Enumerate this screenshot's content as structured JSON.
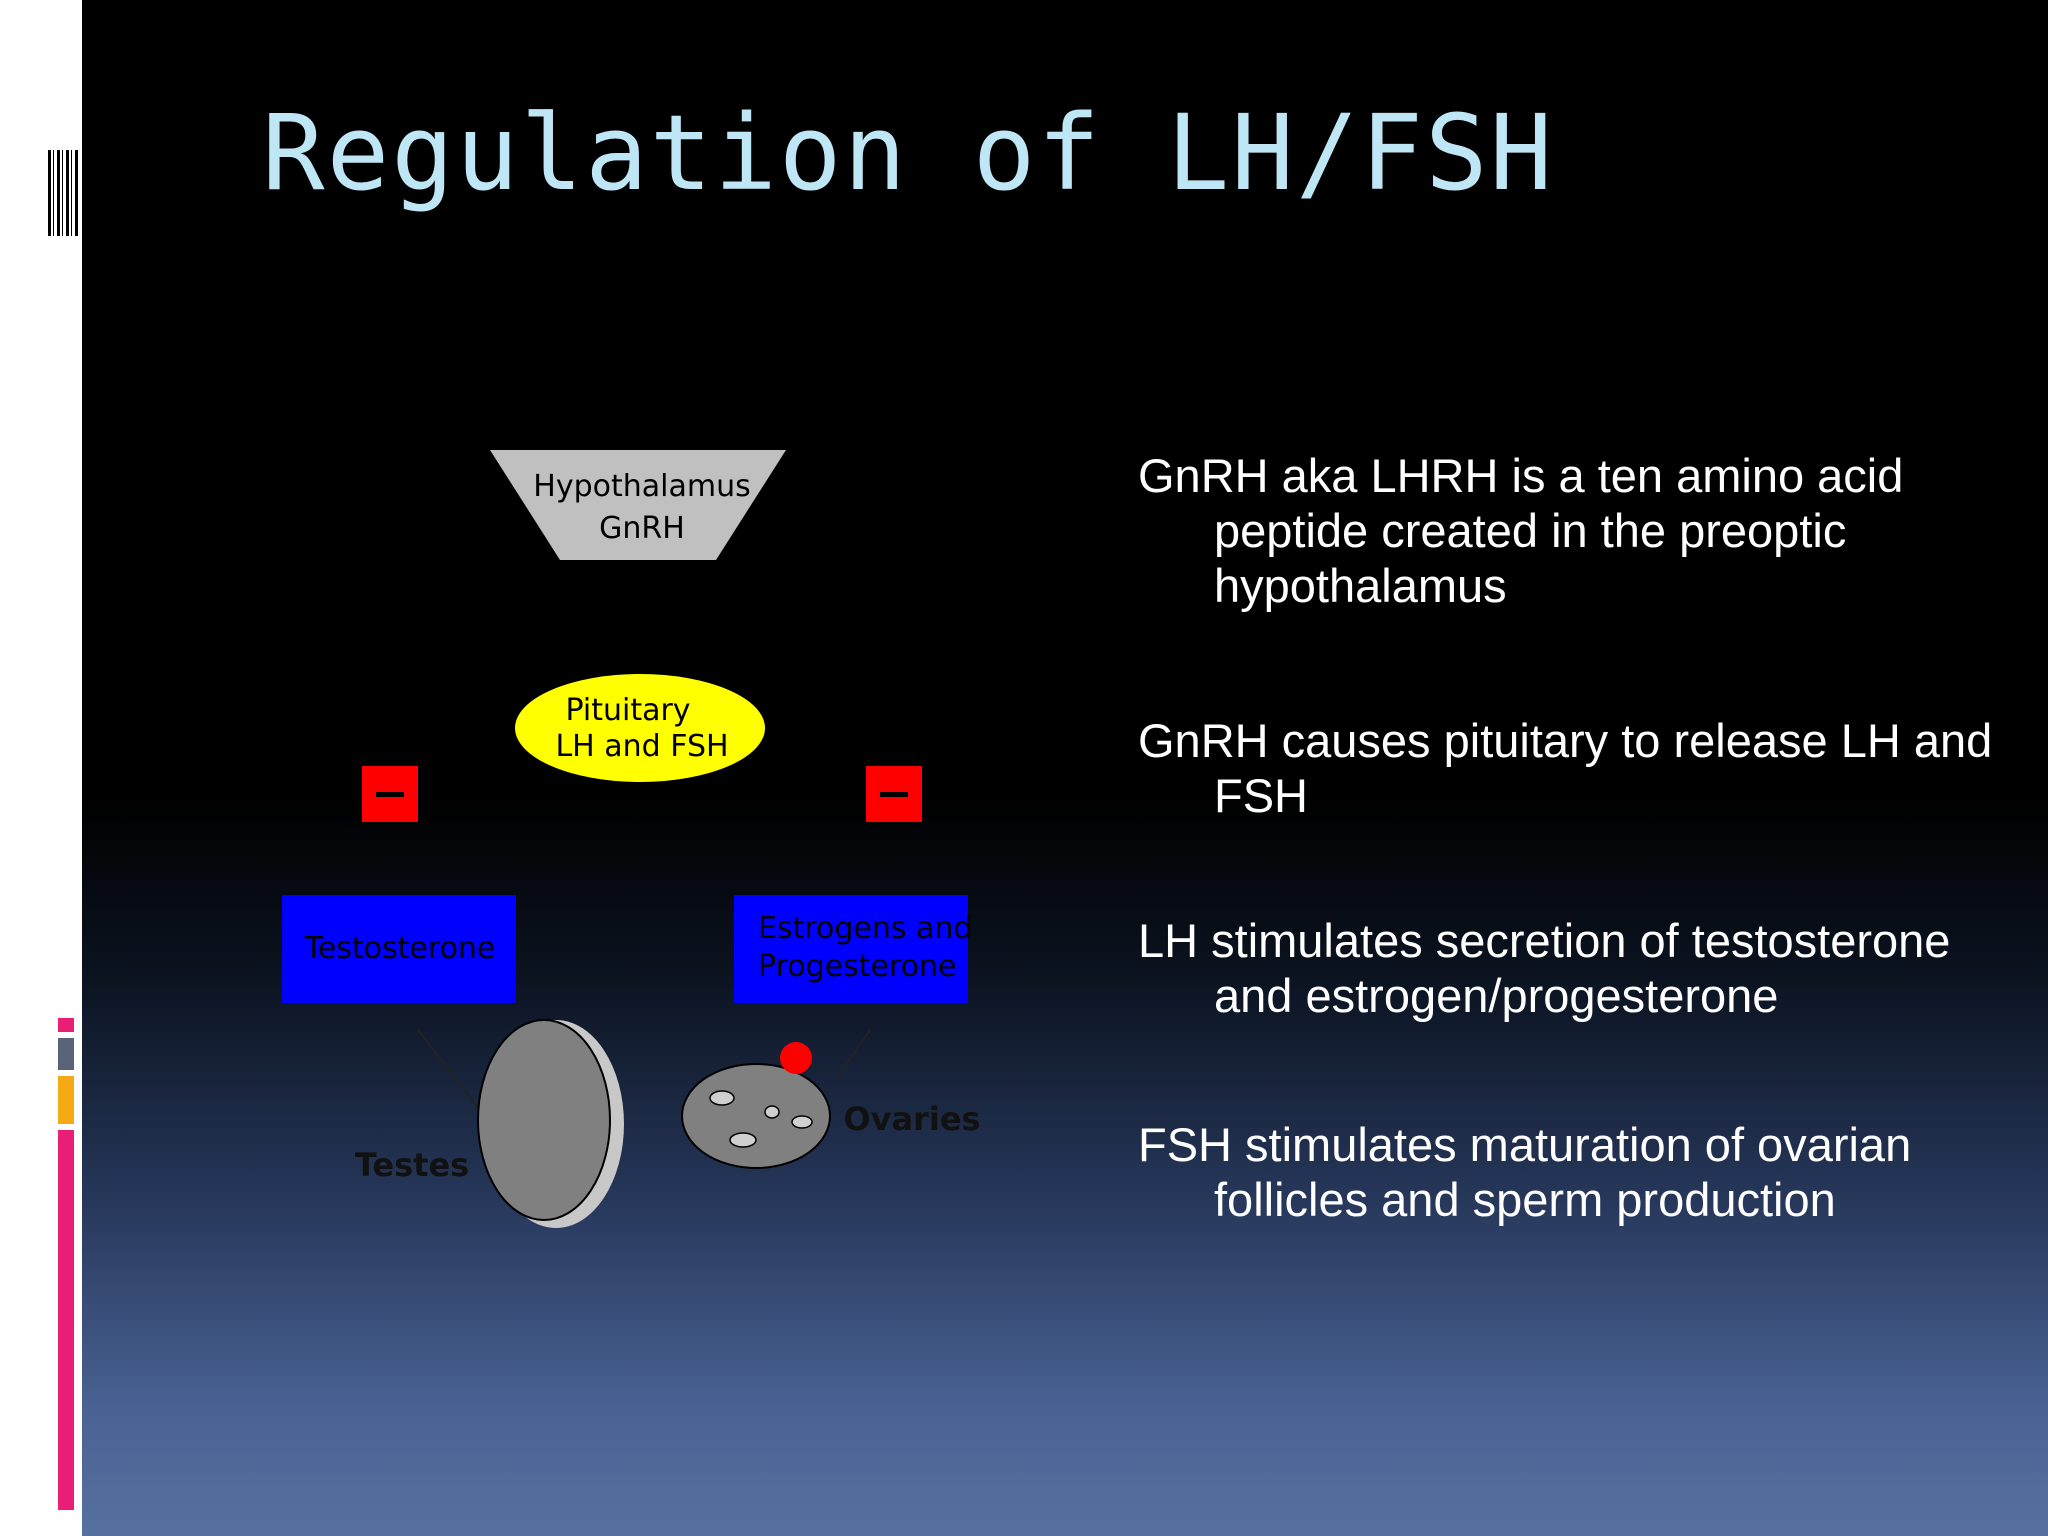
{
  "slide": {
    "title": "Regulation of LH/FSH",
    "accent_colors": [
      "#e91e75",
      "#5a6478",
      "#f5a915",
      "#e91e75"
    ]
  },
  "diagram": {
    "hypothalamus": {
      "line1": "Hypothalamus",
      "line2": "GnRH"
    },
    "pituitary": {
      "line1": "Pituitary",
      "line2": "LH and FSH"
    },
    "inhibit_left": "–",
    "inhibit_right": "–",
    "testosterone": "Testosterone",
    "estrogens": {
      "line1": "Estrogens and",
      "line2": "Progesterone"
    },
    "testes_label": "Testes",
    "ovaries_label": "Ovaries",
    "colors": {
      "hypothalamus": "#c0c0c0",
      "pituitary": "#ffff00",
      "inhibit": "#ff0000",
      "hormone_box": "#0000ff",
      "gonad": "#808080"
    }
  },
  "bullets": [
    "GnRH aka LHRH is a ten amino acid peptide created in the preoptic hypothalamus",
    "GnRH causes pituitary to release LH and FSH",
    "LH stimulates secretion of testosterone and estrogen/progesterone",
    "FSH stimulates maturation of ovarian follicles and sperm production"
  ]
}
